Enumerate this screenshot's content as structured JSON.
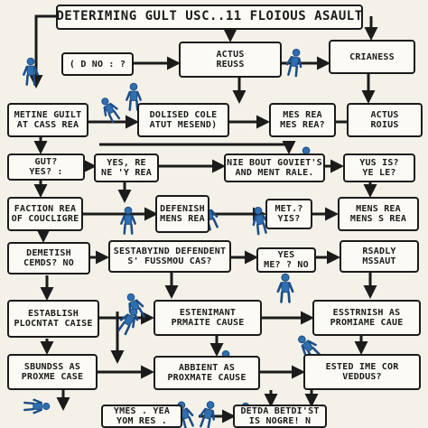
{
  "title": "DETERIMING GULT  USC..11 FLOIOUS ASAULT",
  "colors": {
    "ink": "#1b1b1b",
    "figure": "#2f6fb0",
    "figure_dark": "#1d4e86",
    "question_mark": "#e36b12",
    "paper": "#f4f1e8",
    "box": "#fbfaf5"
  },
  "icons": [
    "stick-figure-icon",
    "arrow-icon"
  ],
  "boxes": {
    "b1": [
      "( D NO : ?",
      ""
    ],
    "b2": [
      "ACTUS",
      "REUSS"
    ],
    "b3": [
      "CRIANESS",
      ""
    ],
    "b4": [
      "METINE GUILT",
      "AT CASS REA"
    ],
    "b5": [
      "DOLISED  COLE",
      "ATUT MESEND)"
    ],
    "b6": [
      "MES REA",
      "MES REA?"
    ],
    "b7": [
      "ACTUS",
      "ROIUS"
    ],
    "b8": [
      "GUT?",
      "YES? :"
    ],
    "b9": [
      "YES, RE",
      "NE 'Y REA"
    ],
    "b10": [
      "NIE BOUT GOVIET'S",
      "AND MENT RALE."
    ],
    "b11": [
      "YUS IS?",
      "YE LE?"
    ],
    "b12": [
      "FACTION REA",
      "OF COUCLIGRE"
    ],
    "b13": [
      "DEFENISH",
      "MENS REA"
    ],
    "b14": [
      "MET.?",
      "YIS?"
    ],
    "b15": [
      "MENS REA",
      "MENS S REA"
    ],
    "b16": [
      "DEMETISH",
      "CEMDS? NO"
    ],
    "b17": [
      "SESTABYIND DEFENDENT",
      "S' FUSSMOU CAS?"
    ],
    "b18": [
      "YES",
      "ME? ? NO"
    ],
    "b19": [
      "RSADLY",
      "MSSAUT"
    ],
    "b20": [
      "ESTABLISH",
      "PLOCNTAT CAISE"
    ],
    "b21": [
      "ESTENIMANT",
      "PRMAITE CAUSE"
    ],
    "b22": [
      "ESSTRNISH AS",
      "PROMIAME CAUE"
    ],
    "b23": [
      "SBUNDSS AS",
      "PROXME CASE"
    ],
    "b24": [
      "ABBIENT AS",
      "PROXMATE CAUSE"
    ],
    "b25": [
      "ESTED IME COR",
      "VEDDUS?"
    ],
    "b26": [
      "YMES . YEA",
      "YOM RES ."
    ],
    "b27": [
      "DETDA BETDI'ST",
      "IS NOGRE! N"
    ]
  }
}
